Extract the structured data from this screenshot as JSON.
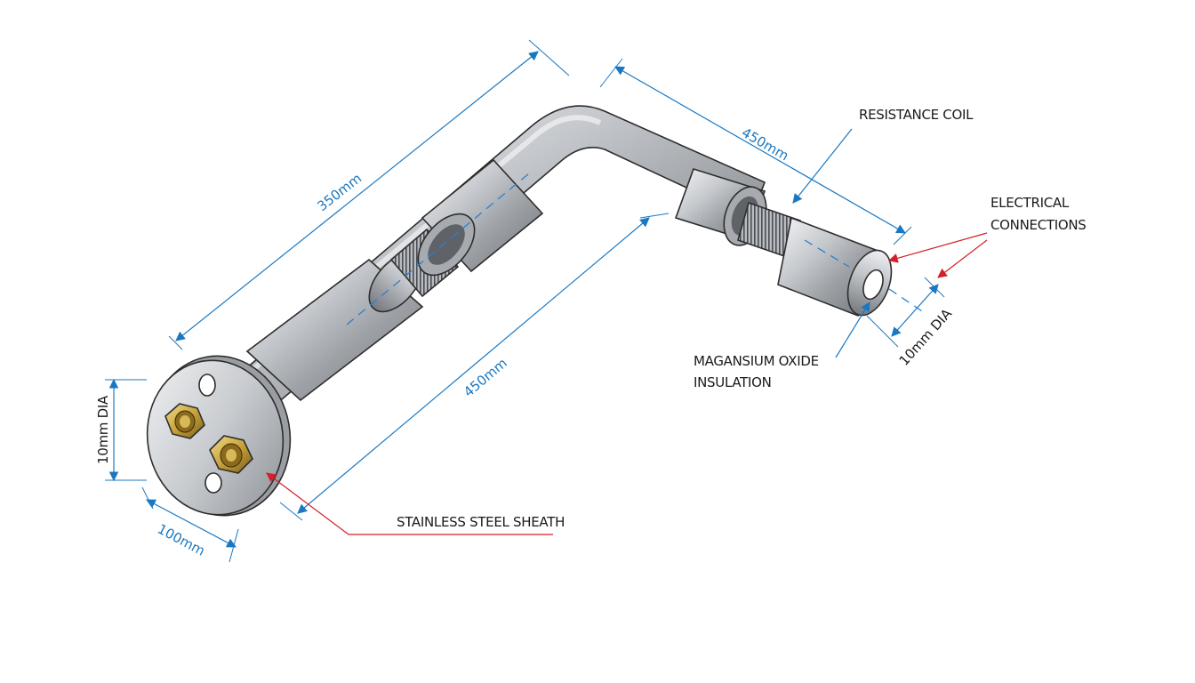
{
  "dimensions": {
    "overall_length": "350mm",
    "lower_length": "450mm",
    "right_length": "450mm",
    "flange_dia": "10mm DIA",
    "flange_width": "100mm",
    "end_dia": "10mm DIA"
  },
  "callouts": {
    "resistance_coil": "RESISTANCE COIL",
    "electrical_connections_line1": "ELECTRICAL",
    "electrical_connections_line2": "CONNECTIONS",
    "insulation_line1": "MAGANSIUM OXIDE",
    "insulation_line2": "INSULATION",
    "sheath": "STAINLESS STEEL SHEATH"
  },
  "colors": {
    "dimension": "#1a78c2",
    "leader_red": "#d4202a",
    "steel": "#c9ccd0",
    "brass": "#c8a23a"
  }
}
